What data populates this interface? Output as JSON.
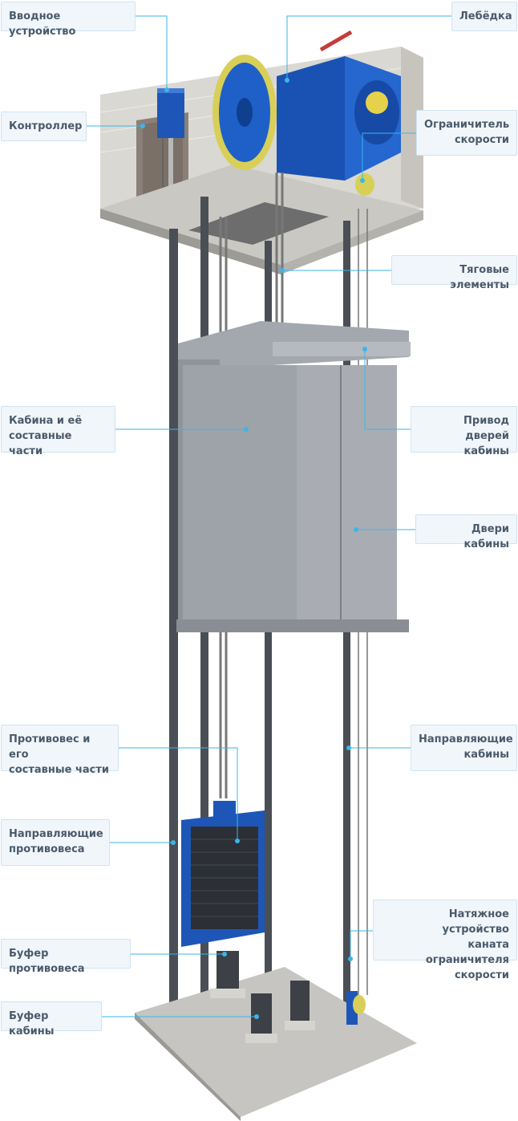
{
  "labels": {
    "input_device": "Вводное устройство",
    "winch": "Лебёдка",
    "controller": "Контроллер",
    "speed_limiter": "Ограничитель\nскорости",
    "traction": "Тяговые элементы",
    "cabin": "Кабина и её\nсоставные части",
    "door_drive": "Привод дверей\nкабины",
    "cabin_doors": "Двери кабины",
    "counterweight": "Противовес и его\nсоставные части",
    "cabin_guides": "Направляющие\nкабины",
    "counterweight_guides": "Направляющие\nпротивовеса",
    "tension_device": "Натяжное устройство\nканата ограничителя\nскорости",
    "counterweight_buffer": "Буфер противовеса",
    "cabin_buffer": "Буфер кабины"
  },
  "colors": {
    "accent": "#39b6ea",
    "callout_bg": "#f1f6fb",
    "callout_text": "#4a5a6a",
    "machine_blue": "#1f5fc8",
    "pulley_yellow": "#d8cf58",
    "cabin_gray": "#9aa0a8",
    "concrete": "#c9c9c5",
    "brick": "#d9d7d2"
  }
}
